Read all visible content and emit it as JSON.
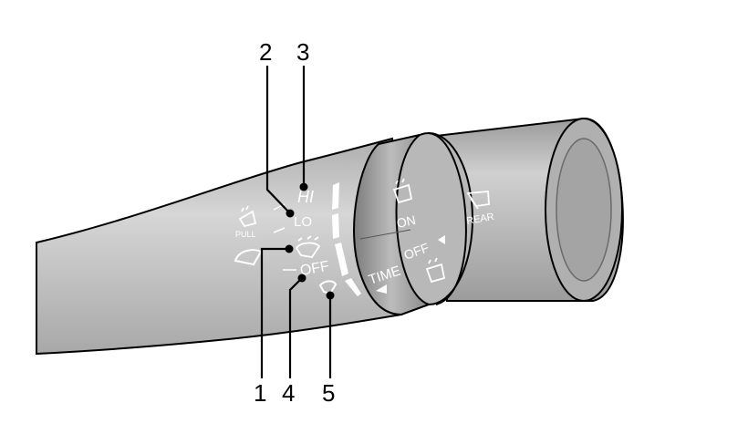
{
  "callouts": [
    "1",
    "2",
    "3",
    "4",
    "5"
  ],
  "lever_labels": {
    "hi": "HI",
    "lo": "LO",
    "pull": "PULL",
    "off": "OFF",
    "time": "TIME"
  },
  "rear_ring_labels": {
    "on": "ON",
    "off": "OFF",
    "rear": "REAR"
  },
  "colors": {
    "lever_body": "#c4c4c4",
    "outline": "#000000",
    "label": "#ffffff"
  }
}
